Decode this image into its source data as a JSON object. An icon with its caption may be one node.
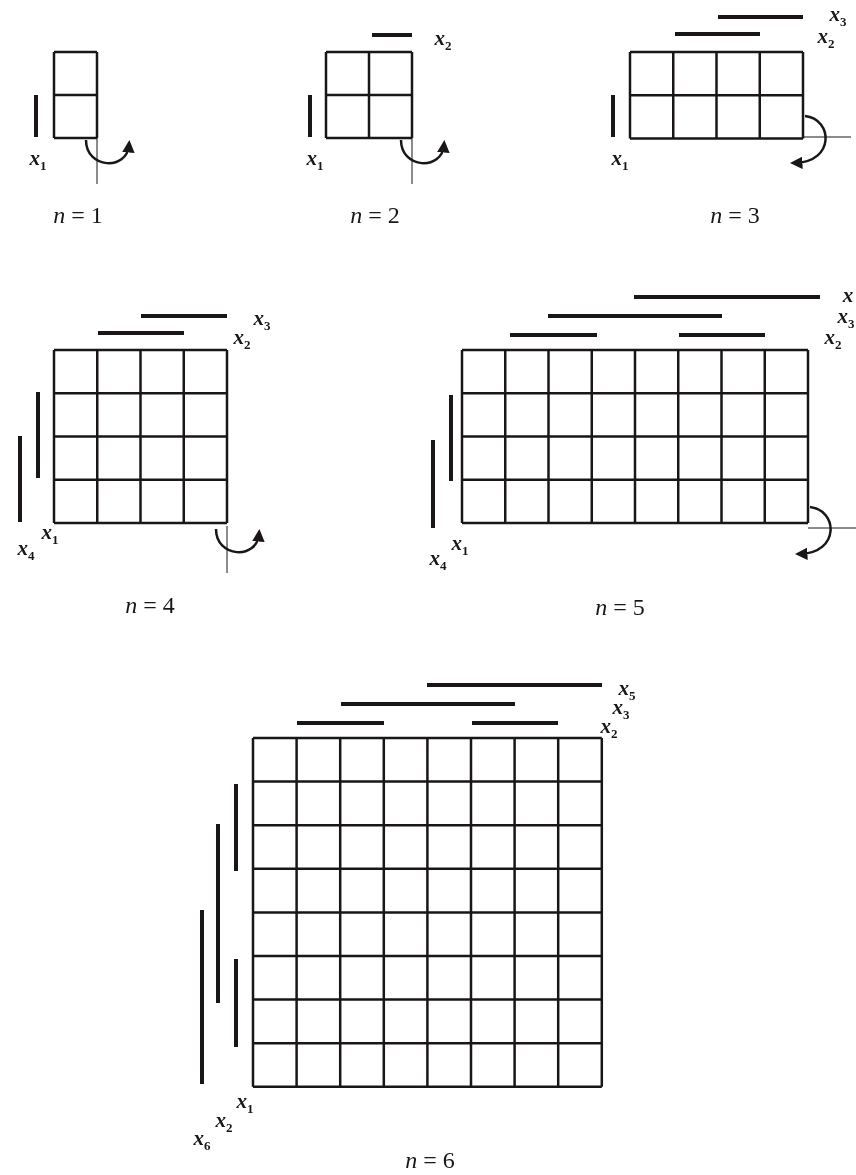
{
  "diagram": {
    "labels": [
      "x$_{1}$",
      "*n* = 1",
      "x$_{2}$",
      "x$_{1}$",
      "*n* = 2",
      "x$_{3}$",
      "x$_{2}$",
      "x$_{1}$",
      "*n* = 3",
      "x$_{3}$",
      "x$_{2}$",
      "x$_{1}$",
      "x$_{4}$",
      "*n* = 4",
      "x",
      "x$_{3}$",
      "x$_{2}$",
      "x$_{1}$",
      "x$_{4}$",
      "*n* = 5",
      "x$_{5}$",
      "x$_{3}$",
      "x$_{2}$",
      "x$_{1}$",
      "x$_{2}$",
      "x$_{6}$",
      "*n* = 6"
    ]
  }
}
